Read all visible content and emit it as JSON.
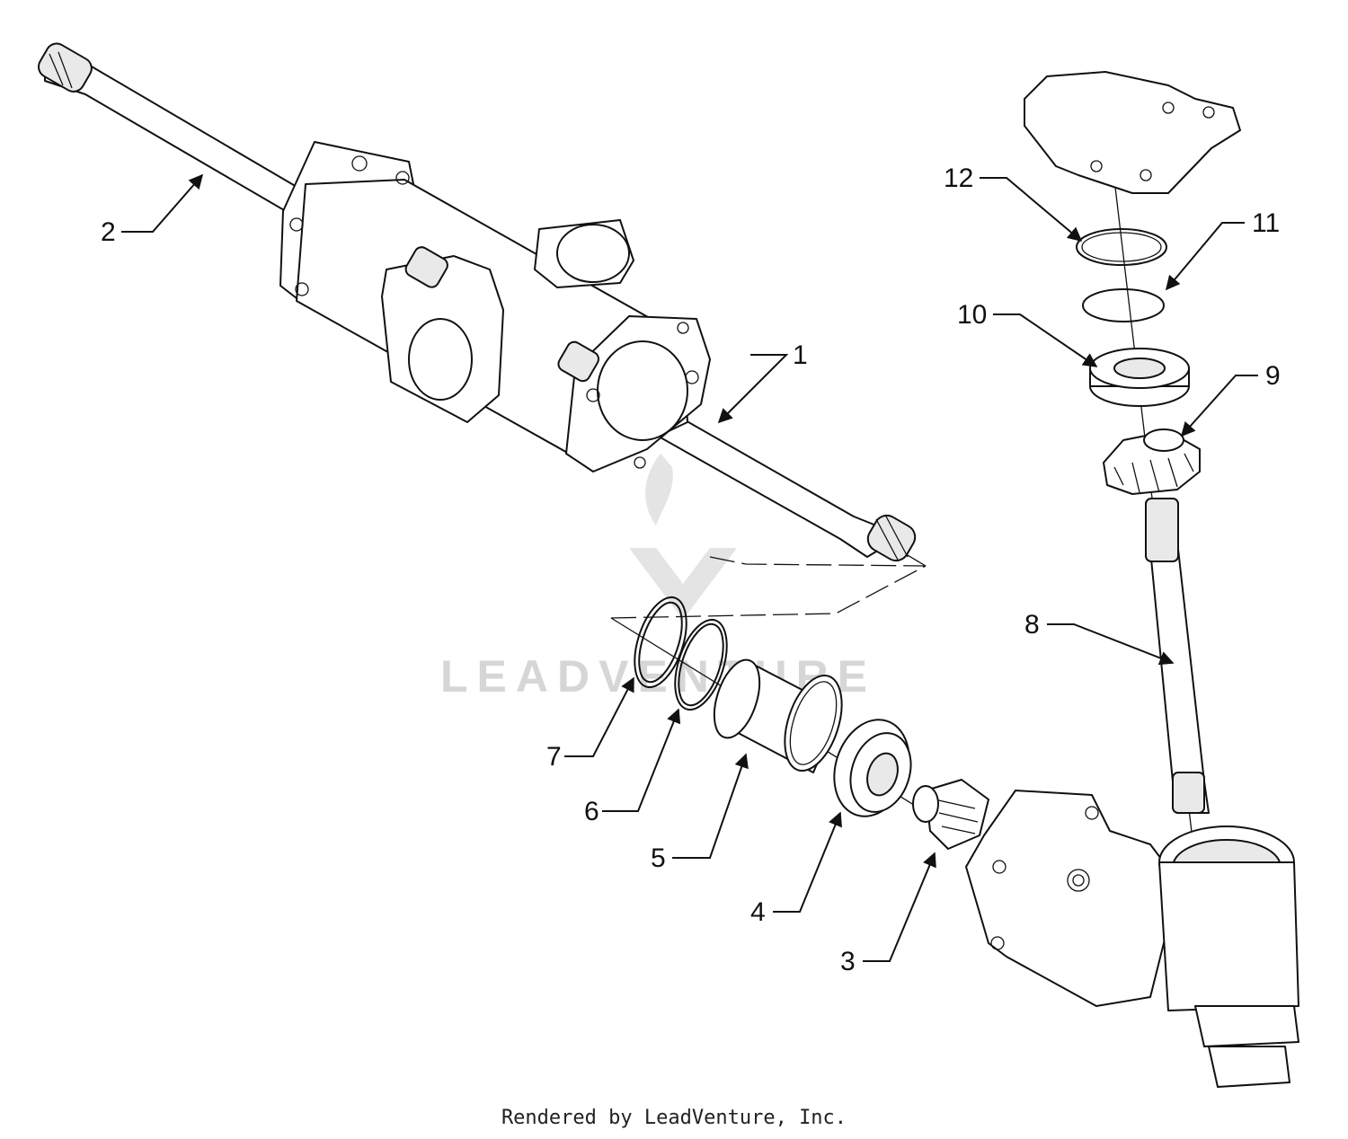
{
  "watermark": {
    "text": "LEADVENTURE"
  },
  "footer": {
    "credit": "Rendered by LeadVenture, Inc."
  },
  "callouts": [
    {
      "id": "1",
      "label": "1"
    },
    {
      "id": "2",
      "label": "2"
    },
    {
      "id": "3",
      "label": "3"
    },
    {
      "id": "4",
      "label": "4"
    },
    {
      "id": "5",
      "label": "5"
    },
    {
      "id": "6",
      "label": "6"
    },
    {
      "id": "7",
      "label": "7"
    },
    {
      "id": "8",
      "label": "8"
    },
    {
      "id": "9",
      "label": "9"
    },
    {
      "id": "10",
      "label": "10"
    },
    {
      "id": "11",
      "label": "11"
    },
    {
      "id": "12",
      "label": "12"
    }
  ]
}
